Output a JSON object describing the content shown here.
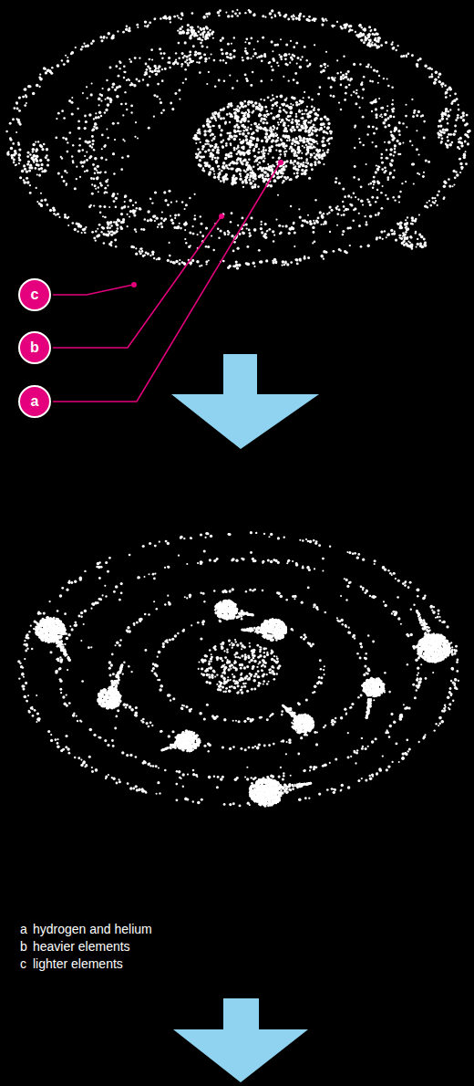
{
  "diagram": {
    "nodes": [
      {
        "text": [
          "c"
        ]
      },
      {
        "text": [
          "b"
        ]
      },
      {
        "text": [
          "a"
        ]
      }
    ],
    "labels": [
      "a",
      "hydrogen and helium",
      "b",
      "heavier elements",
      "c",
      "lighter elements"
    ]
  }
}
